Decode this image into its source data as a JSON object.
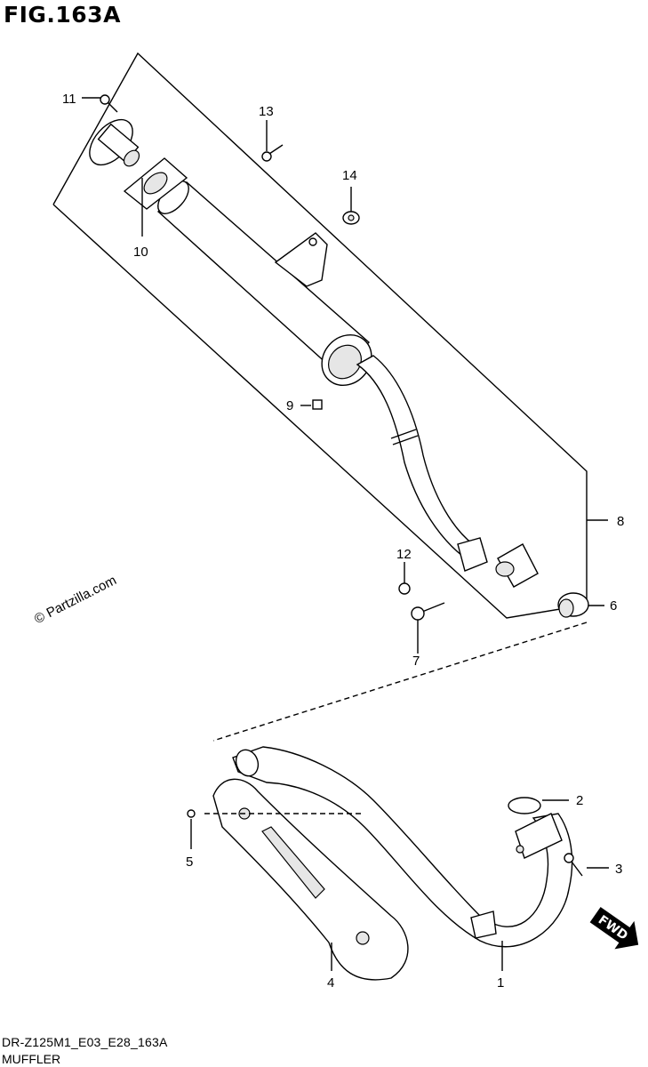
{
  "figure": {
    "title": "FIG.163A",
    "copyright": "© Partzilla.com",
    "code": "DR-Z125M1_E03_E28_163A",
    "name": "MUFFLER",
    "fwd_label": "FWD"
  },
  "callouts": [
    {
      "id": "c1",
      "label": "1"
    },
    {
      "id": "c2",
      "label": "2"
    },
    {
      "id": "c3",
      "label": "3"
    },
    {
      "id": "c4",
      "label": "4"
    },
    {
      "id": "c5",
      "label": "5"
    },
    {
      "id": "c6",
      "label": "6"
    },
    {
      "id": "c7",
      "label": "7"
    },
    {
      "id": "c8",
      "label": "8"
    },
    {
      "id": "c9",
      "label": "9"
    },
    {
      "id": "c10",
      "label": "10"
    },
    {
      "id": "c11",
      "label": "11"
    },
    {
      "id": "c12",
      "label": "12"
    },
    {
      "id": "c13",
      "label": "13"
    },
    {
      "id": "c14",
      "label": "14"
    }
  ]
}
